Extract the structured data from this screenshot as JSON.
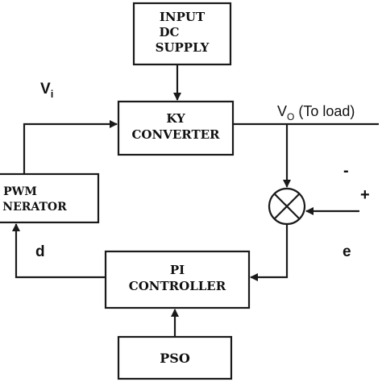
{
  "blocks": {
    "input_dc_supply": [
      "INPUT",
      "DC",
      "SUPPLY"
    ],
    "ky_converter": [
      "KY",
      "CONVERTER"
    ],
    "pwm_generator": [
      "PWM",
      "NERATOR"
    ],
    "pi_controller": [
      "PI",
      "CONTROLLER"
    ],
    "pso": "PSO"
  },
  "labels": {
    "vi_base": "V",
    "vi_sub": "i",
    "vo_base": "V",
    "vo_sub": "O",
    "vo_suffix": " (To load)",
    "minus": "-",
    "plus": "+",
    "d": "d",
    "e": "e"
  }
}
